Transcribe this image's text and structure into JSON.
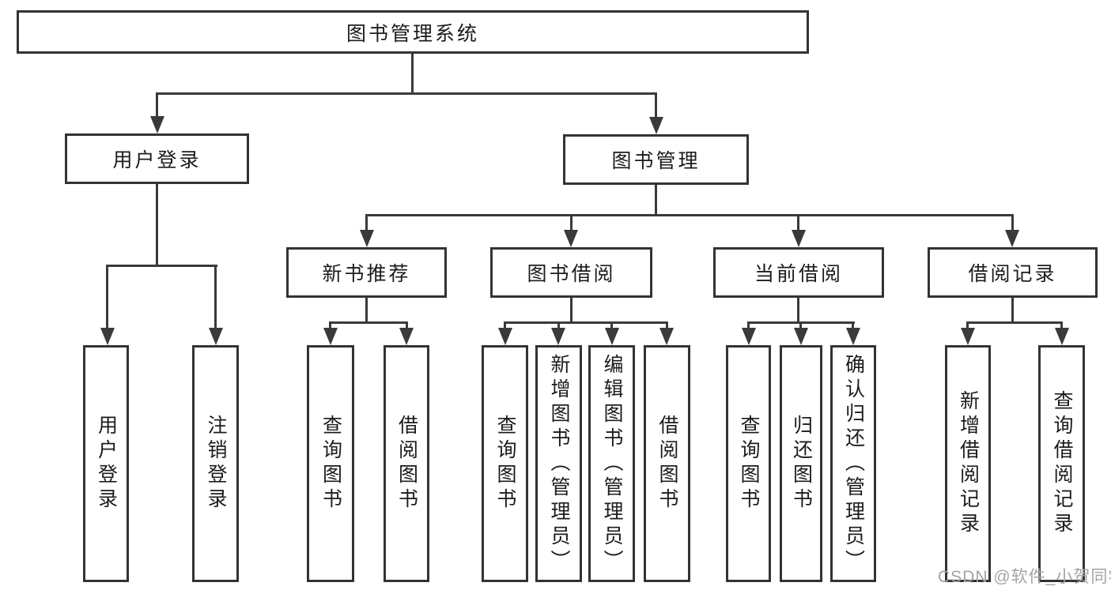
{
  "nodes": {
    "root": {
      "label": "图书管理系统"
    },
    "user_login": {
      "label": "用户登录"
    },
    "book_mgmt": {
      "label": "图书管理"
    },
    "new_books": {
      "label": "新书推荐"
    },
    "book_borrow": {
      "label": "图书借阅"
    },
    "current_borrow": {
      "label": "当前借阅"
    },
    "borrow_records": {
      "label": "借阅记录"
    }
  },
  "leaves": {
    "user_login": [
      "用户登录",
      "注销登录"
    ],
    "new_books": [
      "查询图书",
      "借阅图书"
    ],
    "book_borrow": [
      "查询图书",
      "新增图书（管理员）",
      "编辑图书（管理员）",
      "借阅图书"
    ],
    "current_borrow": [
      "查询图书",
      "归还图书",
      "确认归还（管理员）"
    ],
    "borrow_records": [
      "新增借阅记录",
      "查询借阅记录"
    ]
  },
  "watermark": {
    "text": "CSDN @软件_小贺同学"
  },
  "colors": {
    "line": "#3a3a3a",
    "border": "#333333",
    "text": "#1c1c1c",
    "watermark": "#a3a3a3",
    "background": "#ffffff"
  }
}
